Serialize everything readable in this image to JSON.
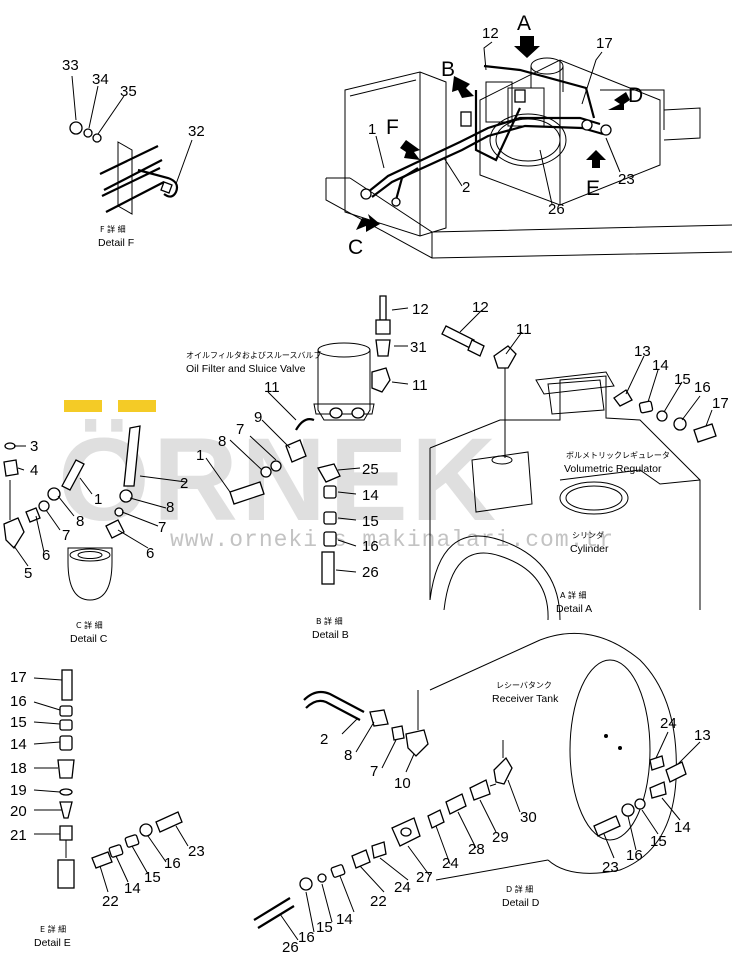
{
  "watermark": {
    "brand": "ÖRNEK",
    "url": "www.orneki s makinalari.com.tr",
    "accent_color": "#f2c200"
  },
  "top_view": {
    "arrow_letters": [
      "A",
      "B",
      "C",
      "D",
      "E",
      "F"
    ],
    "callouts": [
      "12",
      "17",
      "1",
      "2",
      "26",
      "23"
    ]
  },
  "detail_f": {
    "jp_label": "F 詳 細",
    "label": "Detail F",
    "callouts": [
      "33",
      "34",
      "35",
      "32"
    ]
  },
  "detail_b": {
    "jp_title": "オイルフィルタおよびスルースバルブ",
    "title": "Oil Filter and Sluice Valve",
    "jp_label": "B 詳 細",
    "label": "Detail B",
    "callouts": [
      "12",
      "31",
      "11",
      "11",
      "9",
      "7",
      "8",
      "1",
      "2",
      "8",
      "7",
      "6",
      "25",
      "14",
      "15",
      "16",
      "26"
    ]
  },
  "detail_a": {
    "callouts": [
      "12",
      "11",
      "13",
      "14",
      "15",
      "16",
      "17"
    ],
    "jp_regulator": "ボルメトリックレギュレータ",
    "regulator": "Volumetric Regulator",
    "jp_cylinder": "シリンダ",
    "cylinder": "Cylinder",
    "jp_label": "A 詳 細",
    "label": "Detail A"
  },
  "detail_c": {
    "callouts": [
      "3",
      "4",
      "1",
      "8",
      "7",
      "6",
      "5"
    ],
    "jp_label": "C 詳 細",
    "label": "Detail C"
  },
  "detail_e": {
    "callouts": [
      "17",
      "16",
      "15",
      "14",
      "18",
      "19",
      "20",
      "21",
      "22",
      "14",
      "15",
      "16",
      "23"
    ],
    "jp_label": "E 詳 細",
    "label": "Detail E"
  },
  "detail_d": {
    "jp_tank": "レシーバタンク",
    "tank": "Receiver Tank",
    "callouts": [
      "2",
      "8",
      "7",
      "10",
      "30",
      "29",
      "28",
      "24",
      "27",
      "24",
      "22",
      "14",
      "15",
      "16",
      "26",
      "24",
      "13",
      "14",
      "15",
      "16",
      "23"
    ],
    "jp_label": "D 詳 細",
    "label": "Detail D"
  }
}
